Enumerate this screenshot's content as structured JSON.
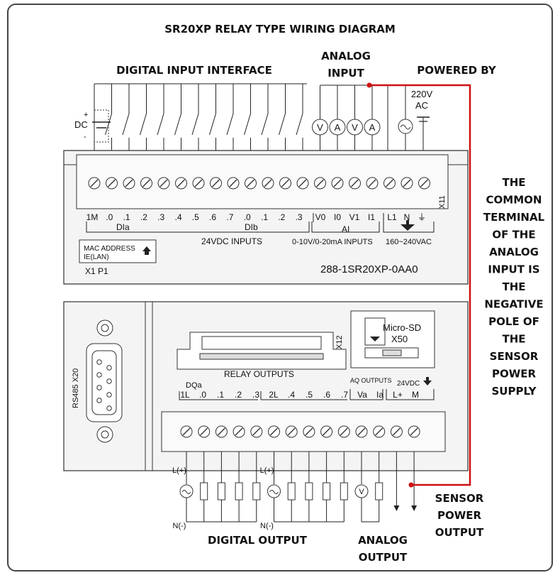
{
  "title": "SR20XP RELAY TYPE WIRING DIAGRAM",
  "headings": {
    "digital_input_interface": "DIGITAL INPUT INTERFACE",
    "analog_input_line1": "ANALOG",
    "analog_input_line2": "INPUT",
    "powered_by": "POWERED BY",
    "digital_output": "DIGITAL OUTPUT",
    "analog_output_line1": "ANALOG",
    "analog_output_line2": "OUTPUT",
    "sensor_power_line1": "SENSOR",
    "sensor_power_line2": "POWER",
    "sensor_power_line3": "OUTPUT"
  },
  "note_lines": [
    "THE",
    "COMMON",
    "TERMINAL",
    "OF THE",
    "ANALOG",
    "INPUT IS",
    "THE",
    "NEGATIVE",
    "POLE OF",
    "THE",
    "SENSOR",
    "POWER",
    "SUPPLY"
  ],
  "supply": {
    "dc": "DC",
    "plus": "+",
    "minus": "-",
    "ac_voltage": "220V",
    "ac": "AC"
  },
  "meters": [
    "V",
    "A",
    "V",
    "A"
  ],
  "upper": {
    "terminals": [
      "1M",
      ".0",
      ".1",
      ".2",
      ".3",
      ".4",
      ".5",
      ".6",
      ".7",
      ".0",
      ".1",
      ".2",
      ".3",
      "V0",
      "I0",
      "V1",
      "I1",
      "L1",
      "N",
      "⏚"
    ],
    "group_dia": "DIa",
    "group_dib": "DIb",
    "group_ai": "AI",
    "inputs_24vdc": "24VDC INPUTS",
    "analog_inputs": "0-10V/0-20mA INPUTS",
    "ac_range": "160~240VAC",
    "x11": "X11",
    "mac_line1": "MAC ADDRESS",
    "mac_line2": "IE(LAN)",
    "x1_p1": "X1  P1",
    "model": "288-1SR20XP-0AA0"
  },
  "lower": {
    "rs485": "RS485 X20",
    "x12": "X12",
    "microsd_line1": "Micro-SD",
    "microsd_line2": "X50",
    "relay_outputs": "RELAY OUTPUTS",
    "dqa": "DQa",
    "aq_outputs": "AQ OUTPUTS",
    "vdc24": "24VDC",
    "terminals": [
      "1L",
      ".0",
      ".1",
      ".2",
      ".3",
      "2L",
      ".4",
      ".5",
      ".6",
      ".7",
      "Va",
      "Ia",
      "L+",
      "M"
    ],
    "l_plus": "L(+)",
    "n_minus": "N(-)",
    "meter_v": "V"
  },
  "colors": {
    "common_wire": "#cc1111"
  }
}
